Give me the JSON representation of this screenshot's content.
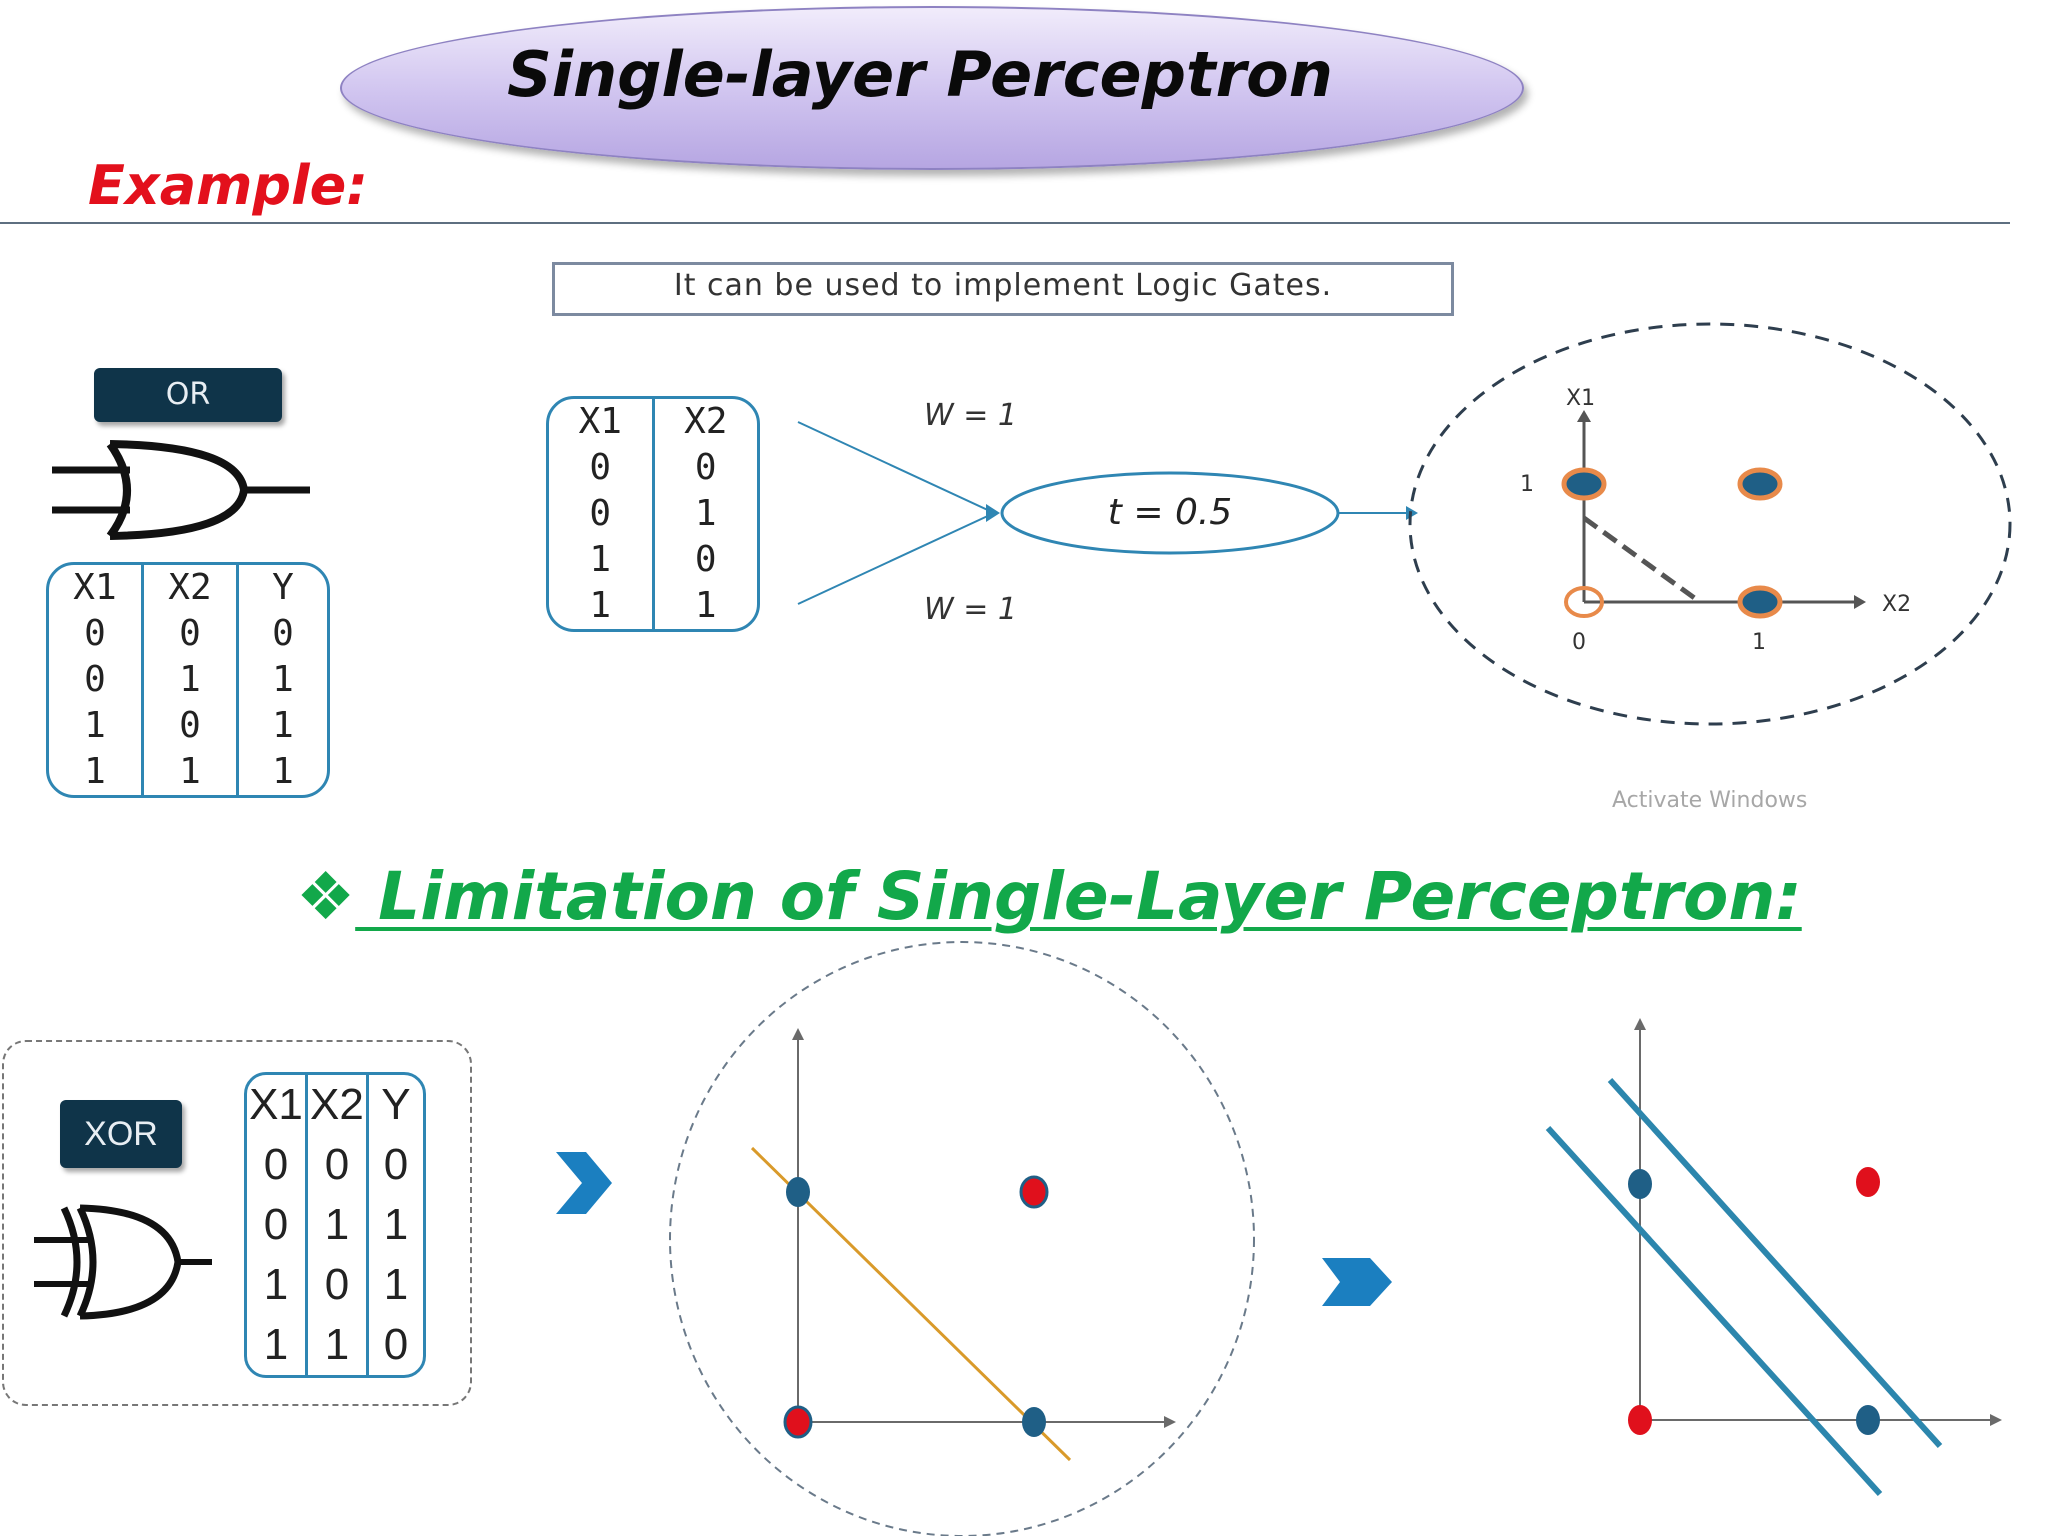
{
  "title": "Single-layer Perceptron",
  "example_label": "Example:",
  "caption": "It can be used to implement Logic Gates.",
  "or_section": {
    "gate_label": "OR",
    "truth_table": {
      "headers": [
        "X1",
        "X2",
        "Y"
      ],
      "rows": [
        [
          "0",
          "0",
          "0"
        ],
        [
          "0",
          "1",
          "1"
        ],
        [
          "1",
          "0",
          "1"
        ],
        [
          "1",
          "1",
          "1"
        ]
      ]
    },
    "input_table": {
      "headers": [
        "X1",
        "X2"
      ],
      "rows": [
        [
          "0",
          "0"
        ],
        [
          "0",
          "1"
        ],
        [
          "1",
          "0"
        ],
        [
          "1",
          "1"
        ]
      ]
    },
    "weight_top": "W = 1",
    "weight_bottom": "W = 1",
    "threshold": "t = 0.5",
    "plot": {
      "x_axis_label": "X2",
      "y_axis_label": "X1",
      "x_tick": "1",
      "y_tick": "1",
      "origin_label": "0"
    }
  },
  "watermark": "Activate Windows",
  "limitation": {
    "bullet": "❖",
    "heading": " Limitation of Single-Layer Perceptron:"
  },
  "xor_section": {
    "gate_label": "XOR",
    "truth_table": {
      "headers": [
        "X1",
        "X2",
        "Y"
      ],
      "rows": [
        [
          "0",
          "0",
          "0"
        ],
        [
          "0",
          "1",
          "1"
        ],
        [
          "1",
          "0",
          "1"
        ],
        [
          "1",
          "1",
          "0"
        ]
      ]
    }
  },
  "colors": {
    "title_oval": "#cfc3ef",
    "example": "#e3101c",
    "limitation": "#12a84a",
    "table_border": "#2f86b3",
    "point_blue": "#1f5f86",
    "point_red": "#e0101c",
    "ring_orange": "#e88a4a"
  }
}
